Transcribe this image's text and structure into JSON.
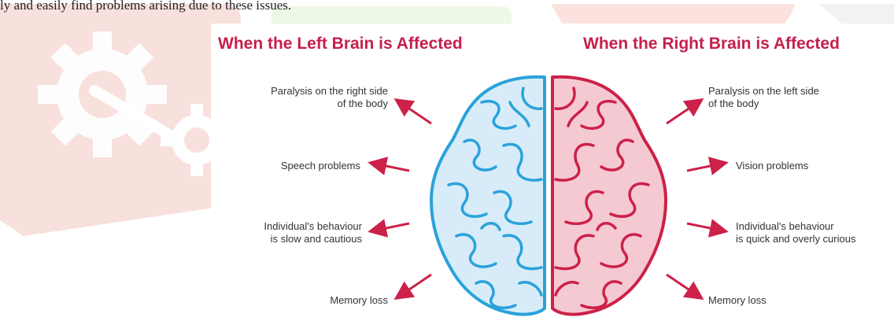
{
  "top_caption": "ly and easily find problems arising due to these issues.",
  "left_title": "When the Left Brain is Affected",
  "right_title": "When the Right Brain is Affected",
  "left_effects": [
    "Paralysis on the right side\nof the body",
    "Speech problems",
    "Individual's behaviour\nis slow and cautious",
    "Memory loss"
  ],
  "right_effects": [
    "Paralysis on the left side\nof the body",
    "Vision problems",
    "Individual's behaviour\nis quick and overly curious",
    "Memory loss"
  ],
  "colors": {
    "title": "#c51f4b",
    "left_stroke": "#2aa2db",
    "left_fill": "#d7ecf8",
    "right_stroke": "#cc2148",
    "right_fill": "#f5c9d2",
    "arrow": "#cc2148",
    "watermark_red": "#f6d3d0",
    "watermark_green": "#e9f7e2"
  },
  "icons": [
    "gear-watermark",
    "brain-left-hemisphere",
    "brain-right-hemisphere"
  ]
}
